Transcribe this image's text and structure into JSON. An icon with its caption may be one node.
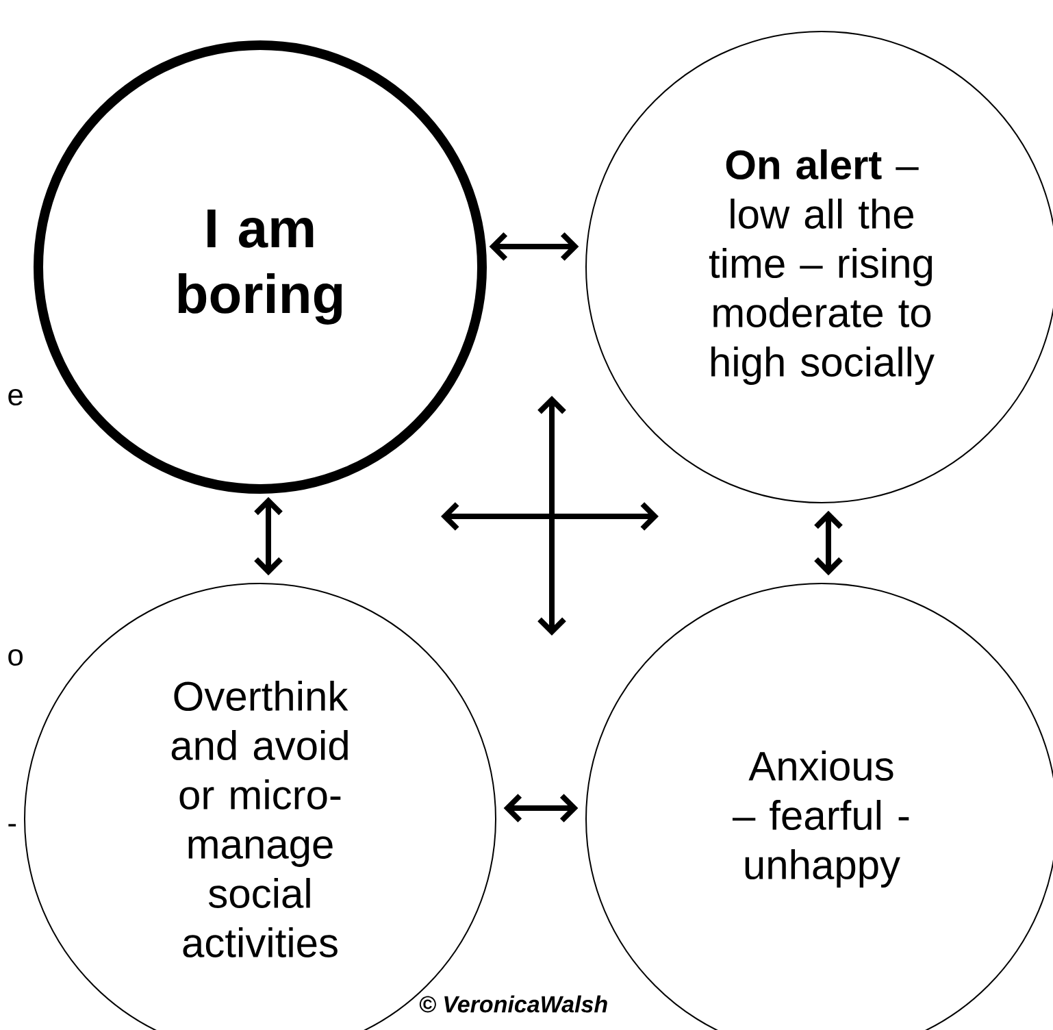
{
  "diagram": {
    "nodes": [
      {
        "text": [
          "I am boring"
        ]
      },
      {
        "text": [
          "**On alert** – low all the time – rising moderate to high socially"
        ]
      },
      {
        "text": [
          "Overthink and avoid or micro-manage social activities"
        ]
      },
      {
        "text": [
          "Anxious – fearful - unhappy"
        ]
      }
    ],
    "edges": [
      {
        "from": 0,
        "to": 1,
        "arrow": "both"
      },
      {
        "from": 0,
        "to": 2,
        "arrow": "both"
      },
      {
        "from": 1,
        "to": 3,
        "arrow": "both"
      },
      {
        "from": 2,
        "to": 3,
        "arrow": "both"
      }
    ],
    "labels": [
      "e",
      "o",
      "-",
      "© VeronicaWalsh"
    ]
  }
}
